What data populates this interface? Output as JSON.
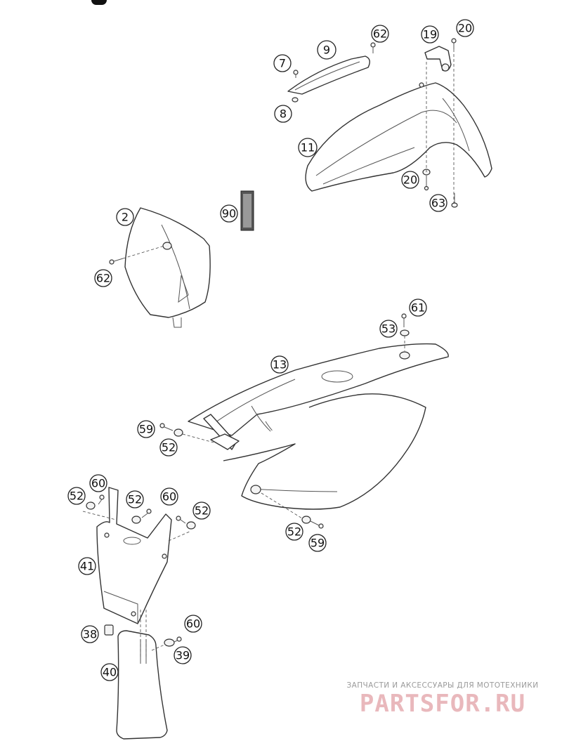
{
  "callouts": {
    "c7": "7",
    "c9": "9",
    "c62a": "62",
    "c19": "19",
    "c20a": "20",
    "c8": "8",
    "c11": "11",
    "c20b": "20",
    "c63": "63",
    "c2": "2",
    "c90": "90",
    "c62b": "62",
    "c61": "61",
    "c53": "53",
    "c13": "13",
    "c59a": "59",
    "c52a": "52",
    "c52d": "52",
    "c59b": "59",
    "c60a": "60",
    "c52b": "52",
    "c52c": "52",
    "c60b": "60",
    "c52e": "52",
    "c41": "41",
    "c38": "38",
    "c60c": "60",
    "c39": "39",
    "c40": "40"
  },
  "watermark": {
    "caption": "ЗАПЧАСТИ И АКСЕССУАРЫ ДЛЯ МОТОТЕХНИКИ",
    "logo": "PARTSFOR.RU",
    "color": "#e9b8bc"
  }
}
